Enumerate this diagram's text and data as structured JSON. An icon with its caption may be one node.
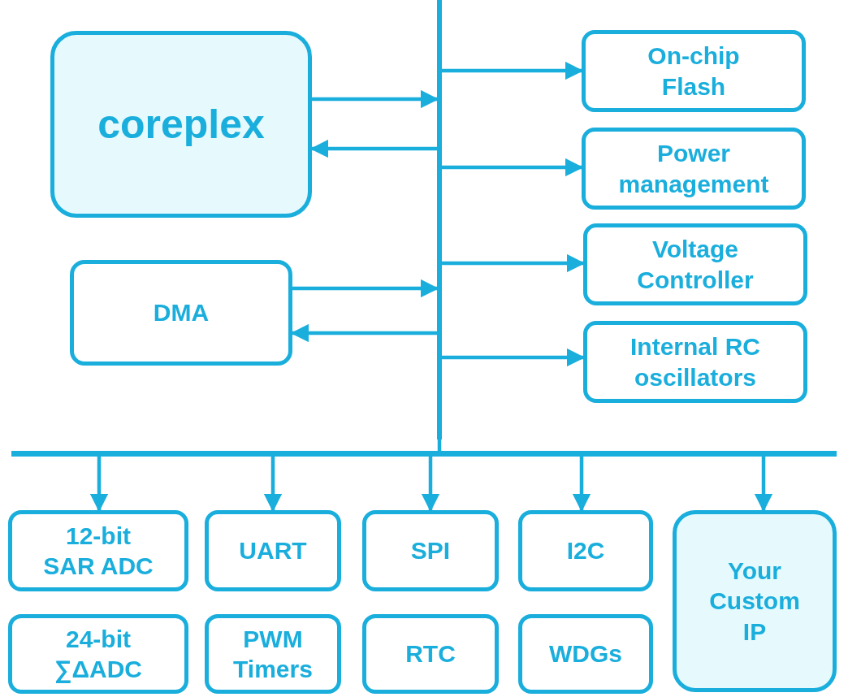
{
  "diagram": {
    "nodes": [
      {
        "text": [],
        "shape": "bar"
      },
      {
        "text": [
          "coreplex"
        ]
      },
      {
        "text": [
          "On-chip Flash"
        ]
      },
      {
        "text": [
          "Power management"
        ]
      },
      {
        "text": [
          "DMA"
        ]
      },
      {
        "text": [
          "Voltage Controller"
        ]
      },
      {
        "text": [
          "Internal RC oscillators"
        ]
      },
      {
        "text": [],
        "shape": "bar"
      },
      {
        "text": [
          "12-bit SAR ADC"
        ]
      },
      {
        "text": [
          "UART"
        ]
      },
      {
        "text": [
          "SPI"
        ]
      },
      {
        "text": [
          "I2C"
        ]
      },
      {
        "text": [
          "Your Custom IP"
        ]
      },
      {
        "text": [
          "24-bit ∑ΔADC"
        ]
      },
      {
        "text": [
          "PWM Timers"
        ]
      },
      {
        "text": [
          "RTC"
        ]
      },
      {
        "text": [
          "WDGs"
        ]
      }
    ],
    "edges": [
      {
        "from": 1,
        "to": 0,
        "arrow": "to"
      },
      {
        "from": 0,
        "to": 1,
        "arrow": "to"
      },
      {
        "from": 0,
        "to": 2,
        "arrow": "to"
      },
      {
        "from": 0,
        "to": 3,
        "arrow": "to"
      },
      {
        "from": 4,
        "to": 0,
        "arrow": "to"
      },
      {
        "from": 0,
        "to": 4,
        "arrow": "to"
      },
      {
        "from": 0,
        "to": 5,
        "arrow": "to"
      },
      {
        "from": 0,
        "to": 6,
        "arrow": "to"
      },
      {
        "from": 0,
        "to": 7,
        "arrow": "none"
      },
      {
        "from": 7,
        "to": 8,
        "arrow": "to"
      },
      {
        "from": 7,
        "to": 9,
        "arrow": "to"
      },
      {
        "from": 7,
        "to": 10,
        "arrow": "to"
      },
      {
        "from": 7,
        "to": 11,
        "arrow": "to"
      },
      {
        "from": 7,
        "to": 12,
        "arrow": "to"
      }
    ]
  }
}
